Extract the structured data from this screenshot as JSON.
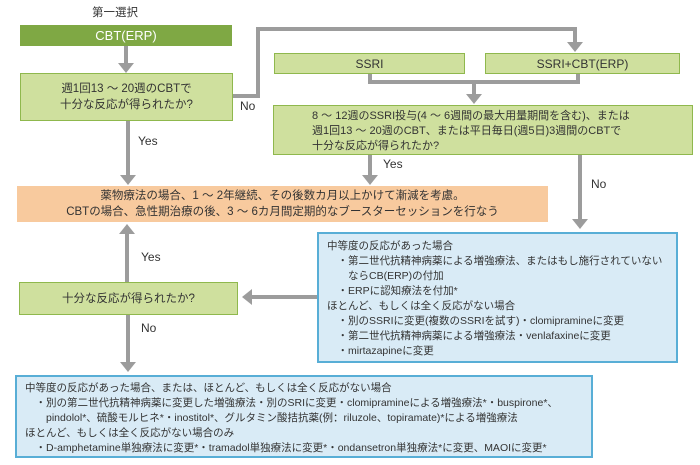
{
  "colors": {
    "primary_green": "#7fa844",
    "light_green_fill": "#cfe09e",
    "green_border": "#8fb84d",
    "orange_fill": "#f8ca9e",
    "blue_border": "#58aed6",
    "blue_fill": "#d9ebf6",
    "arrow_gray": "#9c9c9c",
    "text": "#333333"
  },
  "top_label": "第一選択",
  "nodes": {
    "first_choice": {
      "label": "CBT(ERP)"
    },
    "q_cbt_response": {
      "lines": [
        "週1回13 〜 20週のCBTで",
        "十分な反応が得られたか?"
      ]
    },
    "ssri": {
      "label": "SSRI"
    },
    "ssri_cbt": {
      "label": "SSRI+CBT(ERP)"
    },
    "q_combined_response": {
      "lines": [
        "8 〜 12週のSSRI投与(4 〜 6週間の最大用量期間を含む)、または",
        "週1回13 〜 20週のCBT、または平日毎日(週5日)3週間のCBTで",
        "十分な反応が得られたか?"
      ]
    },
    "maintenance": {
      "lines": [
        "薬物療法の場合、1 〜 2年継続、その後数カ月以上かけて漸減を考慮。",
        "CBTの場合、急性期治療の後、3 〜 6カ月間定期的なブースターセッションを行なう"
      ]
    },
    "q_sufficient_response": {
      "label": "十分な反応が得られたか?"
    },
    "augmentation": {
      "lines": [
        "中等度の反応があった場合",
        "　・第二世代抗精神病薬による増強療法、またはもし施行されていない",
        "　　ならCB(ERP)の付加",
        "　・ERPに認知療法を付加*",
        "ほとんど、もしくは全く反応がない場合",
        "　・別のSSRIに変更(複数のSSRIを試す)・clomipramineに変更",
        "　・第二世代抗精神病薬による増強療法・venlafaxineに変更",
        "　・mirtazapineに変更"
      ]
    },
    "refractory": {
      "lines": [
        "中等度の反応があった場合、または、ほとんど、もしくは全く反応がない場合",
        "　・別の第二世代抗精神病薬に変更した増強療法・別のSRIに変更・clomipramineによる増強療法*・buspirone*、",
        "　　pindolol*、硫酸モルヒネ*・inostitol*、グルタミン酸拮抗薬(例：riluzole、topiramate)*による増強療法",
        "ほとんど、もしくは全く反応がない場合のみ",
        "　・D-amphetamine単独療法に変更*・tramadol単独療法に変更*・ondansetron単独療法*に変更、MAOIに変更*"
      ]
    }
  },
  "edge_labels": {
    "no_top": "No",
    "yes_left": "Yes",
    "yes_mid": "Yes",
    "no_right": "No",
    "yes_up": "Yes",
    "no_down": "No"
  }
}
